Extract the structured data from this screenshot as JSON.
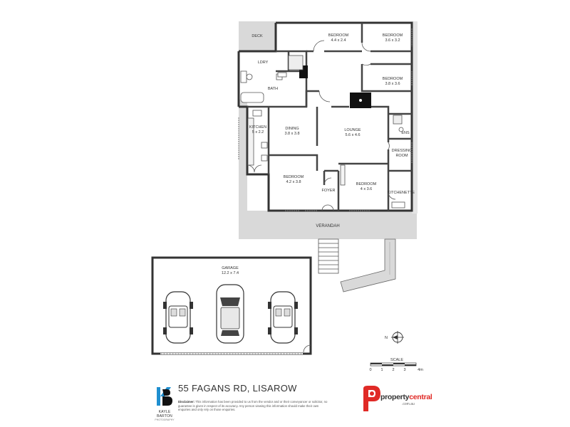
{
  "address": "55 FAGANS RD, LISAROW",
  "rooms": {
    "deck": "DECK",
    "bedroom1": {
      "name": "BEDROOM",
      "size": "4.4 x 2.4"
    },
    "bedroom2": {
      "name": "BEDROOM",
      "size": "3.6 x 3.2"
    },
    "bedroom3": {
      "name": "BEDROOM",
      "size": "3.8 x 3.6"
    },
    "bedroom4": {
      "name": "BEDROOM",
      "size": "4.2 x 3.8"
    },
    "bedroom5": {
      "name": "BEDROOM",
      "size": "4 x 3.6"
    },
    "ldry": "LDRY",
    "bath": "BATH",
    "kitchen": {
      "name": "KITCHEN",
      "size": "5 x 2.2"
    },
    "dining": {
      "name": "DINING",
      "size": "3.8 x 3.8"
    },
    "lounge": {
      "name": "LOUNGE",
      "size": "5.6 x 4.6"
    },
    "ens": "ENS",
    "dressing1": "DRESSING",
    "dressing2": "ROOM",
    "kitchenette": "KITCHENETTE",
    "foyer": "FOYER",
    "verandah": "VERANDAH",
    "garage": {
      "name": "GARAGE",
      "size": "12.2 x 7.4"
    }
  },
  "compass": {
    "north": "N"
  },
  "scale": {
    "label": "SCALE",
    "ticks": [
      "0",
      "1",
      "2",
      "3",
      "4m"
    ]
  },
  "disclaimer": {
    "heading": "Disclaimer:",
    "text": "This information has been provided to us from the vendor and or their conveyancer or solicitor, no guarantee is given in respect of its accuracy. Any person viewing this information should make their own enquiries and only rely on those enquiries."
  },
  "branding": {
    "photographer_logo": "KB",
    "photographer_name": "KAYLE BARTON",
    "photographer_sub": "PHOTOGRAPHY",
    "agency_word1": "property",
    "agency_word2": "central",
    "agency_domain": ".com.au",
    "accent_red": "#e02a26",
    "accent_blue": "#1f8fd0"
  }
}
